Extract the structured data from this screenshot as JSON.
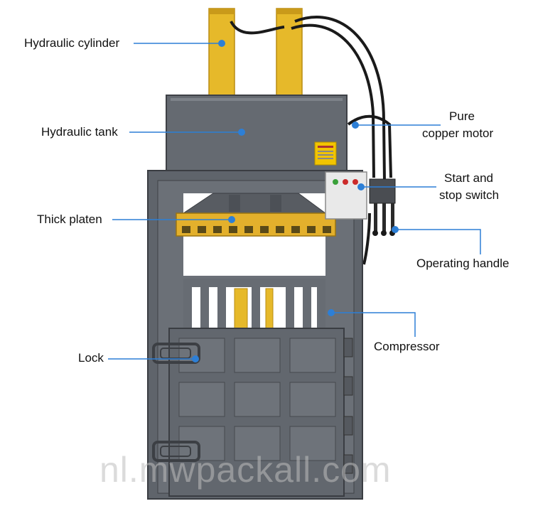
{
  "colors": {
    "machine_body": "#666b72",
    "machine_dark": "#4b4f55",
    "cylinder": "#e6b92a",
    "platen": "#e3b02c",
    "leader": "#2d7fd6",
    "hose": "#1a1a1a"
  },
  "labels": {
    "hydraulic_cylinder": "Hydraulic cylinder",
    "hydraulic_tank": "Hydraulic tank",
    "copper_motor_line1": "Pure",
    "copper_motor_line2": "copper motor",
    "switch_line1": "Start and",
    "switch_line2": "stop switch",
    "thick_platen": "Thick platen",
    "operating_handle": "Operating handle",
    "compressor": "Compressor",
    "lock": "Lock"
  },
  "watermark": "nl.mwpackall.com"
}
